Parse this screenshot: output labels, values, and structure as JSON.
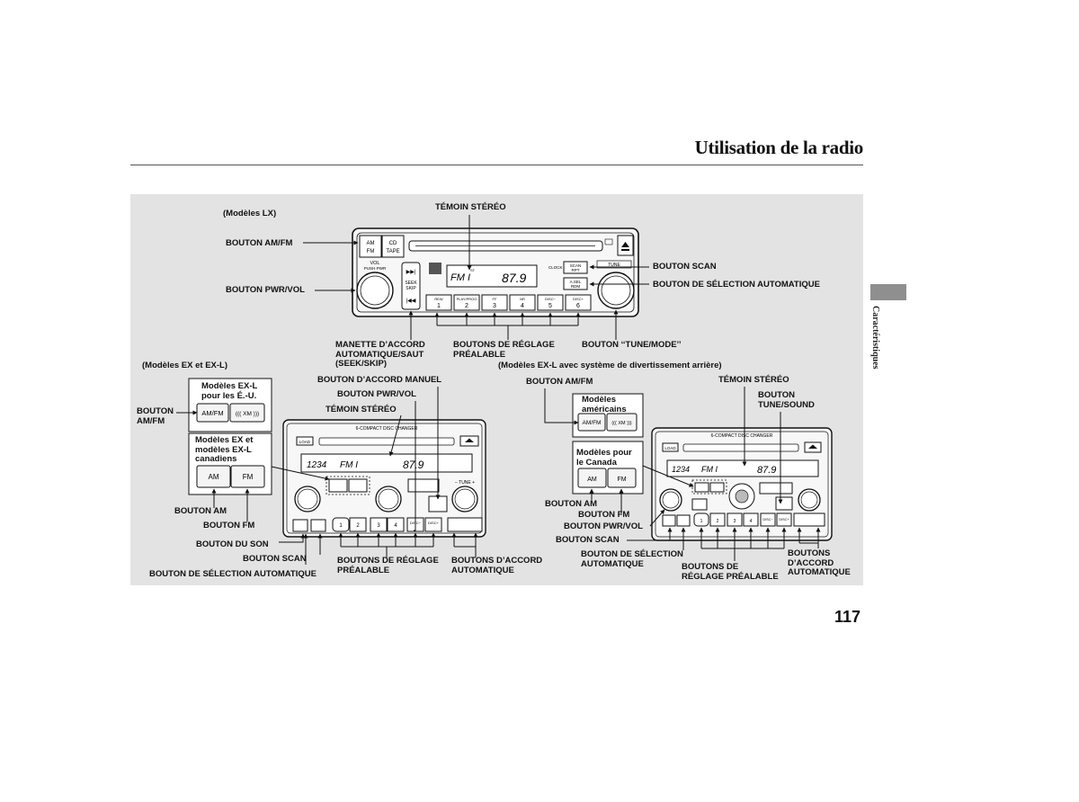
{
  "header": {
    "title": "Utilisation de la radio"
  },
  "side_tab": {
    "label": "Caractéristiques"
  },
  "page_number": "117",
  "lx": {
    "heading": "(Modèles LX)",
    "labels": {
      "stereo": "TÉMOIN STÉRÉO",
      "amfm": "BOUTON AM/FM",
      "pwrvol": "BOUTON PWR/VOL",
      "scan": "BOUTON SCAN",
      "asel": "BOUTON DE SÉLECTION AUTOMATIQUE",
      "seek": "MANETTE D’ACCORD\nAUTOMATIQUE/SAUT\n(SEEK/SKIP)",
      "preset": "BOUTONS DE RÉGLAGE\nPRÉALABLE",
      "tune": "BOUTON ‘‘TUNE/MODE’’"
    },
    "radio": {
      "btn_am": "AM",
      "btn_fm": "FM",
      "btn_cd": "CD",
      "btn_tape": "TAPE",
      "vol": "VOL",
      "pushpwr": "PUSH·PWR",
      "seek": "SEEK",
      "skip": "SKIP",
      "display_band": "FM I",
      "display_freq": "87.9",
      "display_st": "ST",
      "clock": "CLOCK",
      "scan": "SCAN",
      "rpt": "RPT",
      "asel": "A.SEL",
      "rdm": "RDM",
      "tune": "TUNE",
      "presets": [
        "1",
        "2",
        "3",
        "4",
        "5",
        "6"
      ],
      "preset_caps": [
        "REW",
        "PLAY/PROG",
        "FF",
        "NR",
        "DISC−",
        "DISC+"
      ]
    }
  },
  "ex": {
    "heading": "(Modèles EX et EX-L)",
    "box_us_title": "Modèles EX-L\npour les É.-U.",
    "box_us_btn1": "AM/FM",
    "box_us_btn2": "((( XM )))",
    "box_ca_title": "Modèles EX et\nmodèles EX-L\ncanadiens",
    "box_ca_btn1": "AM",
    "box_ca_btn2": "FM",
    "labels": {
      "amfm": "BOUTON\nAM/FM",
      "manual": "BOUTON D’ACCORD MANUEL",
      "pwrvol": "BOUTON PWR/VOL",
      "stereo": "TÉMOIN STÉRÉO",
      "am": "BOUTON AM",
      "fm": "BOUTON FM",
      "sound": "BOUTON DU SON",
      "scan": "BOUTON SCAN",
      "asel": "BOUTON DE SÉLECTION AUTOMATIQUE",
      "preset": "BOUTONS DE RÉGLAGE\nPRÉALABLE",
      "auto": "BOUTONS D’ACCORD\nAUTOMATIQUE"
    },
    "radio": {
      "changer": "6-COMPACT DISC CHANGER",
      "load": "LOAD",
      "display_ch": "1234",
      "display_band": "FM I",
      "display_freq": "87.9",
      "tune": "− TUNE +",
      "presets": [
        "1",
        "2",
        "3",
        "4",
        "DISC−",
        "DISC+"
      ]
    }
  },
  "exl": {
    "heading": "(Modèles EX-L avec système de divertissement arrière)",
    "box_us_title": "Modèles\naméricains",
    "box_us_btn1": "AM/FM",
    "box_us_btn2": "((( XM )))",
    "box_ca_title": "Modèles pour\nle Canada",
    "box_ca_btn1": "AM",
    "box_ca_btn2": "FM",
    "labels": {
      "amfm": "BOUTON AM/FM",
      "stereo": "TÉMOIN STÉRÉO",
      "tunesound": "BOUTON\nTUNE/SOUND",
      "am": "BOUTON AM",
      "fm": "BOUTON FM",
      "pwrvol": "BOUTON PWR/VOL",
      "scan": "BOUTON SCAN",
      "asel": "BOUTON DE SÉLECTION\nAUTOMATIQUE",
      "preset": "BOUTONS DE\nRÉGLAGE PRÉALABLE",
      "auto": "BOUTONS\nD’ACCORD\nAUTOMATIQUE"
    },
    "radio": {
      "changer": "6-COMPACT DISC CHANGER",
      "load": "LOAD",
      "display_ch": "1234",
      "display_band": "FM I",
      "display_freq": "87.9",
      "presets": [
        "1",
        "2",
        "3",
        "4",
        "DISC−",
        "DISC+"
      ]
    }
  }
}
